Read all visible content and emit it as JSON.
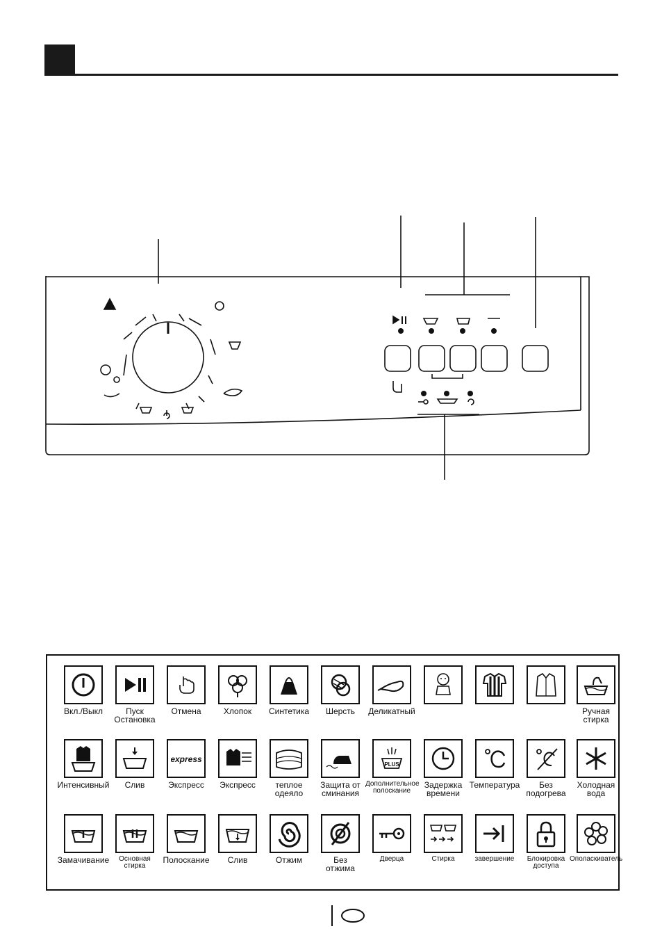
{
  "page": {
    "page_marker": ""
  },
  "legend": {
    "rows": [
      [
        {
          "icon": "power-icon",
          "label": "Вкл./Выкл"
        },
        {
          "icon": "start-pause-icon",
          "label": "Пуск\nОстановка"
        },
        {
          "icon": "hand-cancel-icon",
          "label": "Отмена"
        },
        {
          "icon": "cotton-icon",
          "label": "Хлопок"
        },
        {
          "icon": "synthetics-icon",
          "label": "Синтетика"
        },
        {
          "icon": "wool-icon",
          "label": "Шерсть"
        },
        {
          "icon": "delicate-icon",
          "label": "Деликатный"
        },
        {
          "icon": "baby-icon",
          "label": ""
        },
        {
          "icon": "shirt-stripes-icon",
          "label": ""
        },
        {
          "icon": "shirt-icon",
          "label": ""
        },
        {
          "icon": "handwash-icon",
          "label": "Ручная\nстирка"
        }
      ],
      [
        {
          "icon": "intensive-icon",
          "label": "Интенсивный"
        },
        {
          "icon": "drain-icon",
          "label": "Слив"
        },
        {
          "icon": "express-text-icon",
          "label": "Экспресс"
        },
        {
          "icon": "express-shirt-icon",
          "label": "Экспресс"
        },
        {
          "icon": "blanket-icon",
          "label": "теплое\nодеяло"
        },
        {
          "icon": "iron-icon",
          "label": "Защита от\nсминания"
        },
        {
          "icon": "plus-rinse-icon",
          "label": "Дополнительное\nполоскание",
          "small": true
        },
        {
          "icon": "clock-icon",
          "label": "Задержка\nвремени"
        },
        {
          "icon": "celsius-icon",
          "label": "Температура"
        },
        {
          "icon": "no-heat-icon",
          "label": "Без\nподогрева"
        },
        {
          "icon": "snowflake-icon",
          "label": "Холодная\nвода"
        }
      ],
      [
        {
          "icon": "soak-icon",
          "label": "Замачивание"
        },
        {
          "icon": "main-wash-icon",
          "label": "Основная\nстирка",
          "small": true
        },
        {
          "icon": "rinse-icon",
          "label": "Полоскание"
        },
        {
          "icon": "drain-tub-icon",
          "label": "Слив"
        },
        {
          "icon": "spin-icon",
          "label": "Отжим"
        },
        {
          "icon": "no-spin-icon",
          "label": "Без\nотжима"
        },
        {
          "icon": "door-key-icon",
          "label": "Дверца",
          "small": true
        },
        {
          "icon": "wash-progress-icon",
          "label": "Стирка",
          "small": true
        },
        {
          "icon": "end-icon",
          "label": "завершение",
          "small": true
        },
        {
          "icon": "lock-icon",
          "label": "Блокировка\nдоступа",
          "small": true
        },
        {
          "icon": "softener-icon",
          "label": "Ополаскиватель",
          "small": true
        }
      ]
    ]
  }
}
